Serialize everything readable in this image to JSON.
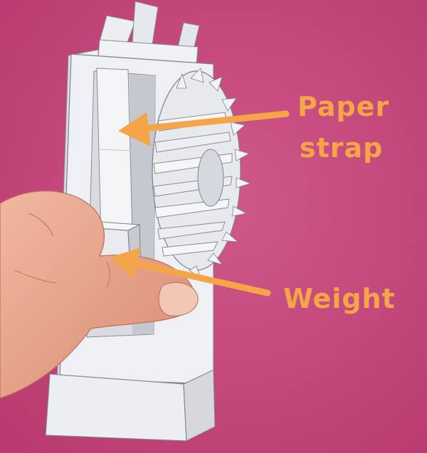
{
  "photo": {
    "subject": "paper-model-mechanism-held-in-hand",
    "background_color": "#c94a7e",
    "paper_color": "#eeeff2",
    "paper_shadow_color": "#b9bcc4",
    "skin_color": "#e8a98e",
    "annotation_color": "#f4a548"
  },
  "annotations": {
    "paper_strap": {
      "line1": "Paper",
      "line2": "strap"
    },
    "weight": {
      "label": "Weight"
    }
  }
}
